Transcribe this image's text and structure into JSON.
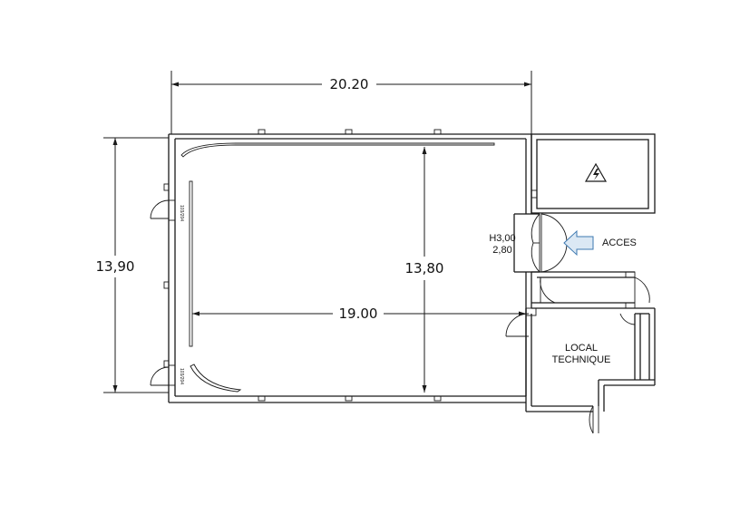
{
  "dimensions": {
    "overall_width": "20.20",
    "overall_height": "13,90",
    "inner_height": "13,80",
    "inner_width": "19.00"
  },
  "entrance": {
    "height_label_1": "H3,00",
    "height_label_2": "2,80",
    "access_label": "ACCES"
  },
  "technical_room": {
    "line_1": "LOCAL",
    "line_2": "TECHNIQUE"
  },
  "door_tags": {
    "door_upper": "103/204",
    "door_lower": "103/204"
  },
  "colors": {
    "arrow_fill": "#dbe8f4",
    "arrow_stroke": "#3d78b0",
    "line": "#1a1a1a"
  },
  "icons": {
    "electrical_hazard": "lightning-triangle-icon"
  }
}
